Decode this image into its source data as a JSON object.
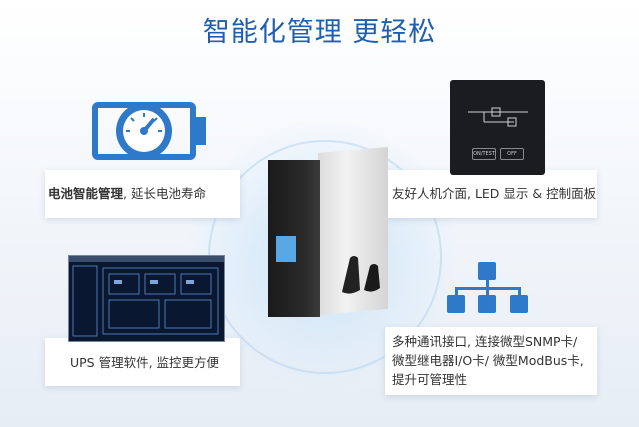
{
  "title": "智能化管理 更轻松",
  "features": {
    "battery": {
      "text_strong": "电池智能管理",
      "text_rest": ", 延长电池寿命",
      "icon": "battery-gauge-icon"
    },
    "panel": {
      "text": "友好人机介面, LED 显示 & 控制面板",
      "btn_left": "ON/TEST",
      "btn_right": "OFF"
    },
    "software": {
      "text": "UPS 管理软件, 监控更方便"
    },
    "network": {
      "line1": "多种通讯接口, 连接微型SNMP卡/",
      "line2": "微型继电器I/O卡/ 微型ModBus卡,",
      "line3": "提升可管理性",
      "icon": "network-topology-icon"
    }
  },
  "colors": {
    "accent": "#2f79c9",
    "title": "#1f5fae"
  }
}
